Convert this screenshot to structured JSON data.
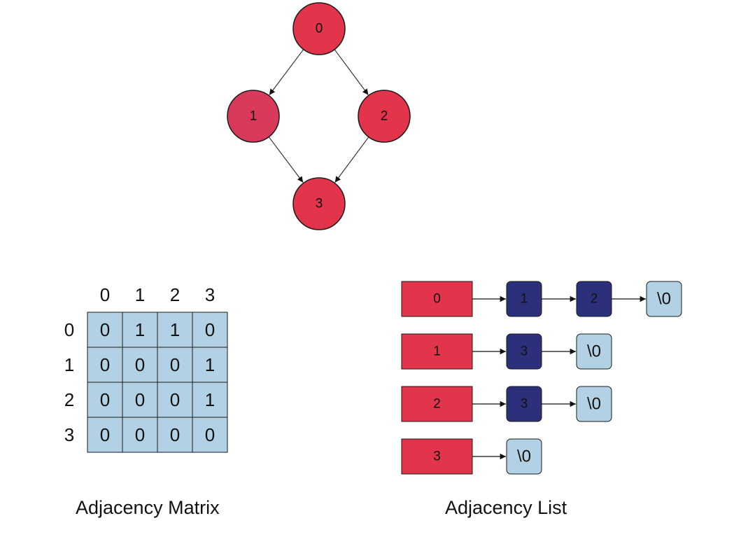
{
  "colors": {
    "node_fill": "#e2344a",
    "node_fill_alt": "#d93a5c",
    "node_stroke": "#1a1a1a",
    "cell_fill": "#b3d1e4",
    "list_head_fill": "#e2344a",
    "list_node_fill": "#2c2f7a",
    "list_null_fill": "#b3d1e4",
    "edge": "#333333"
  },
  "graph": {
    "nodes": [
      "0",
      "1",
      "2",
      "3"
    ],
    "edges": [
      [
        "0",
        "1"
      ],
      [
        "0",
        "2"
      ],
      [
        "1",
        "3"
      ],
      [
        "2",
        "3"
      ]
    ]
  },
  "matrix": {
    "col_headers": [
      "0",
      "1",
      "2",
      "3"
    ],
    "row_headers": [
      "0",
      "1",
      "2",
      "3"
    ],
    "cells": [
      [
        "0",
        "1",
        "1",
        "0"
      ],
      [
        "0",
        "0",
        "0",
        "1"
      ],
      [
        "0",
        "0",
        "0",
        "1"
      ],
      [
        "0",
        "0",
        "0",
        "0"
      ]
    ],
    "caption": "Adjacency Matrix"
  },
  "adjacency_list": {
    "rows": [
      {
        "head": "0",
        "items": [
          "1",
          "2"
        ]
      },
      {
        "head": "1",
        "items": [
          "3"
        ]
      },
      {
        "head": "2",
        "items": [
          "3"
        ]
      },
      {
        "head": "3",
        "items": []
      }
    ],
    "null_label": "\\0",
    "caption": "Adjacency List"
  }
}
